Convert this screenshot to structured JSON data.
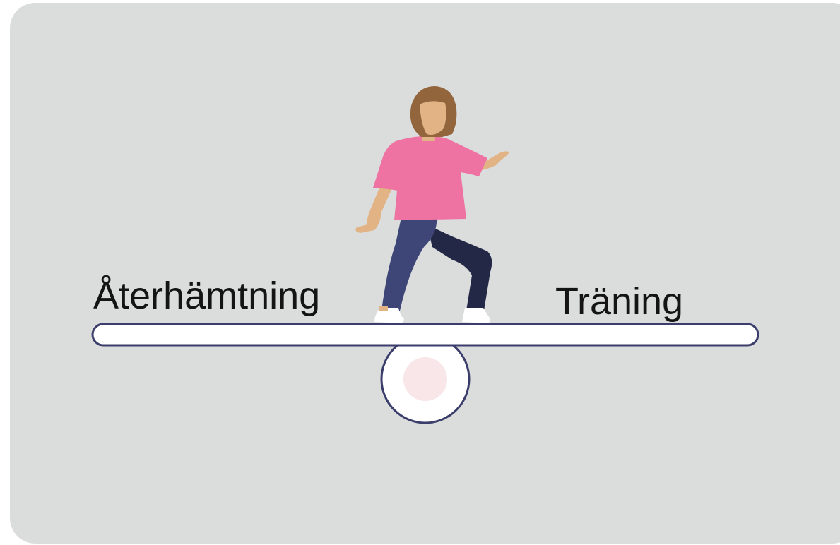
{
  "labels": {
    "left": "Återhämtning",
    "right": "Träning"
  },
  "colors": {
    "background": "#dbdcdc",
    "plank_fill": "#ffffff",
    "outline": "#3b3e6b",
    "shirt": "#ee72a2",
    "pants": "#3d4676",
    "pants_back": "#232847",
    "hair": "#93653c",
    "skin": "#e1b385",
    "shoes": "#ffffff",
    "fulcrum_dot": "#f8e6e8"
  },
  "illustration": {
    "figure": "woman balancing on seesaw",
    "icons": [
      "seesaw-plank",
      "fulcrum-wheel",
      "person-figure"
    ]
  }
}
